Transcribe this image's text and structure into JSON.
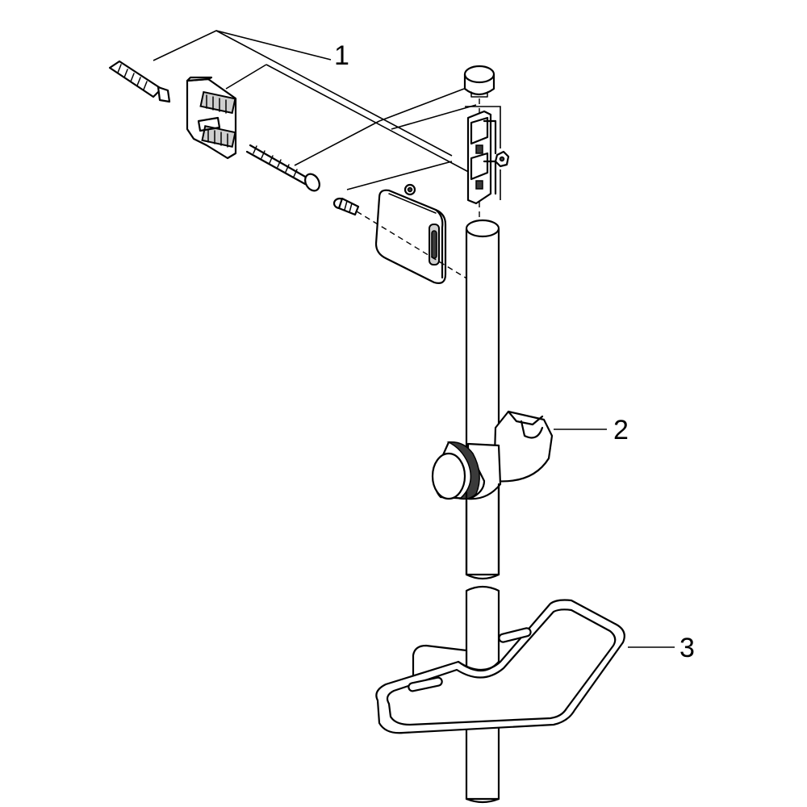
{
  "diagram": {
    "callouts": [
      {
        "number": "1",
        "part": "wall-mount-bracket-kit"
      },
      {
        "number": "2",
        "part": "sliding-shower-holder"
      },
      {
        "number": "3",
        "part": "shelf-tray"
      }
    ]
  }
}
